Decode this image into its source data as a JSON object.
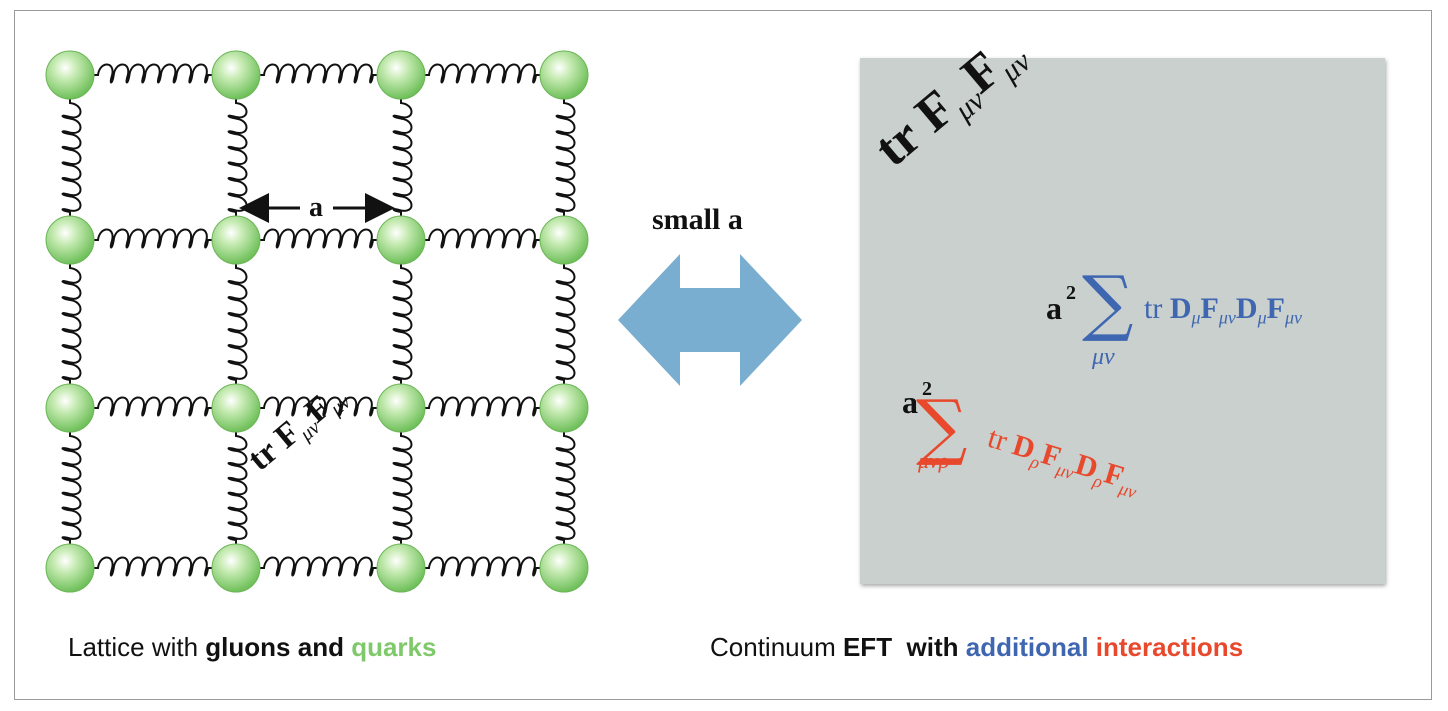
{
  "lattice": {
    "spacing_label": "a",
    "plaquette_term": {
      "tr": "tr",
      "F1": "F",
      "sub1": "μν",
      "F2": "F",
      "sub2": "μν"
    }
  },
  "arrow": {
    "label": "small  a",
    "color": "#7aaed0"
  },
  "panel": {
    "background": "#c9d0ce",
    "term1": {
      "tr": "tr",
      "F1": "F",
      "sub1": "μν",
      "F2": "F",
      "sub2": "μν"
    },
    "term2": {
      "coef": "a",
      "power": "2",
      "sum_sub": "μν",
      "tr": "tr",
      "D1": "D",
      "d1": "μ",
      "F1": "F",
      "f1": "μν",
      "D2": "D",
      "d2": "μ",
      "F2": "F",
      "f2": "μν",
      "color": "#3f66b0"
    },
    "term3": {
      "coef": "a",
      "power": "2",
      "sum_sub": "μνρ",
      "tr": "tr",
      "D1": "D",
      "d1": "ρ",
      "F1": "F",
      "f1": "μν",
      "D2": "D",
      "d2": "ρ",
      "F2": "F",
      "f2": "μν",
      "color": "#e8482c"
    }
  },
  "captions": {
    "left": {
      "plain": "Lattice with ",
      "bold": "gluons and",
      "space": " ",
      "colored": "quarks"
    },
    "right": {
      "plain": "Continuum ",
      "bold1": "EFT",
      "gap": "  ",
      "bold2": "with",
      "space1": " ",
      "blue": "additional",
      "space2": " ",
      "red": "interactions"
    }
  },
  "colors": {
    "node_green": "#7fc96b",
    "blue": "#3f66b0",
    "red": "#e8482c"
  }
}
